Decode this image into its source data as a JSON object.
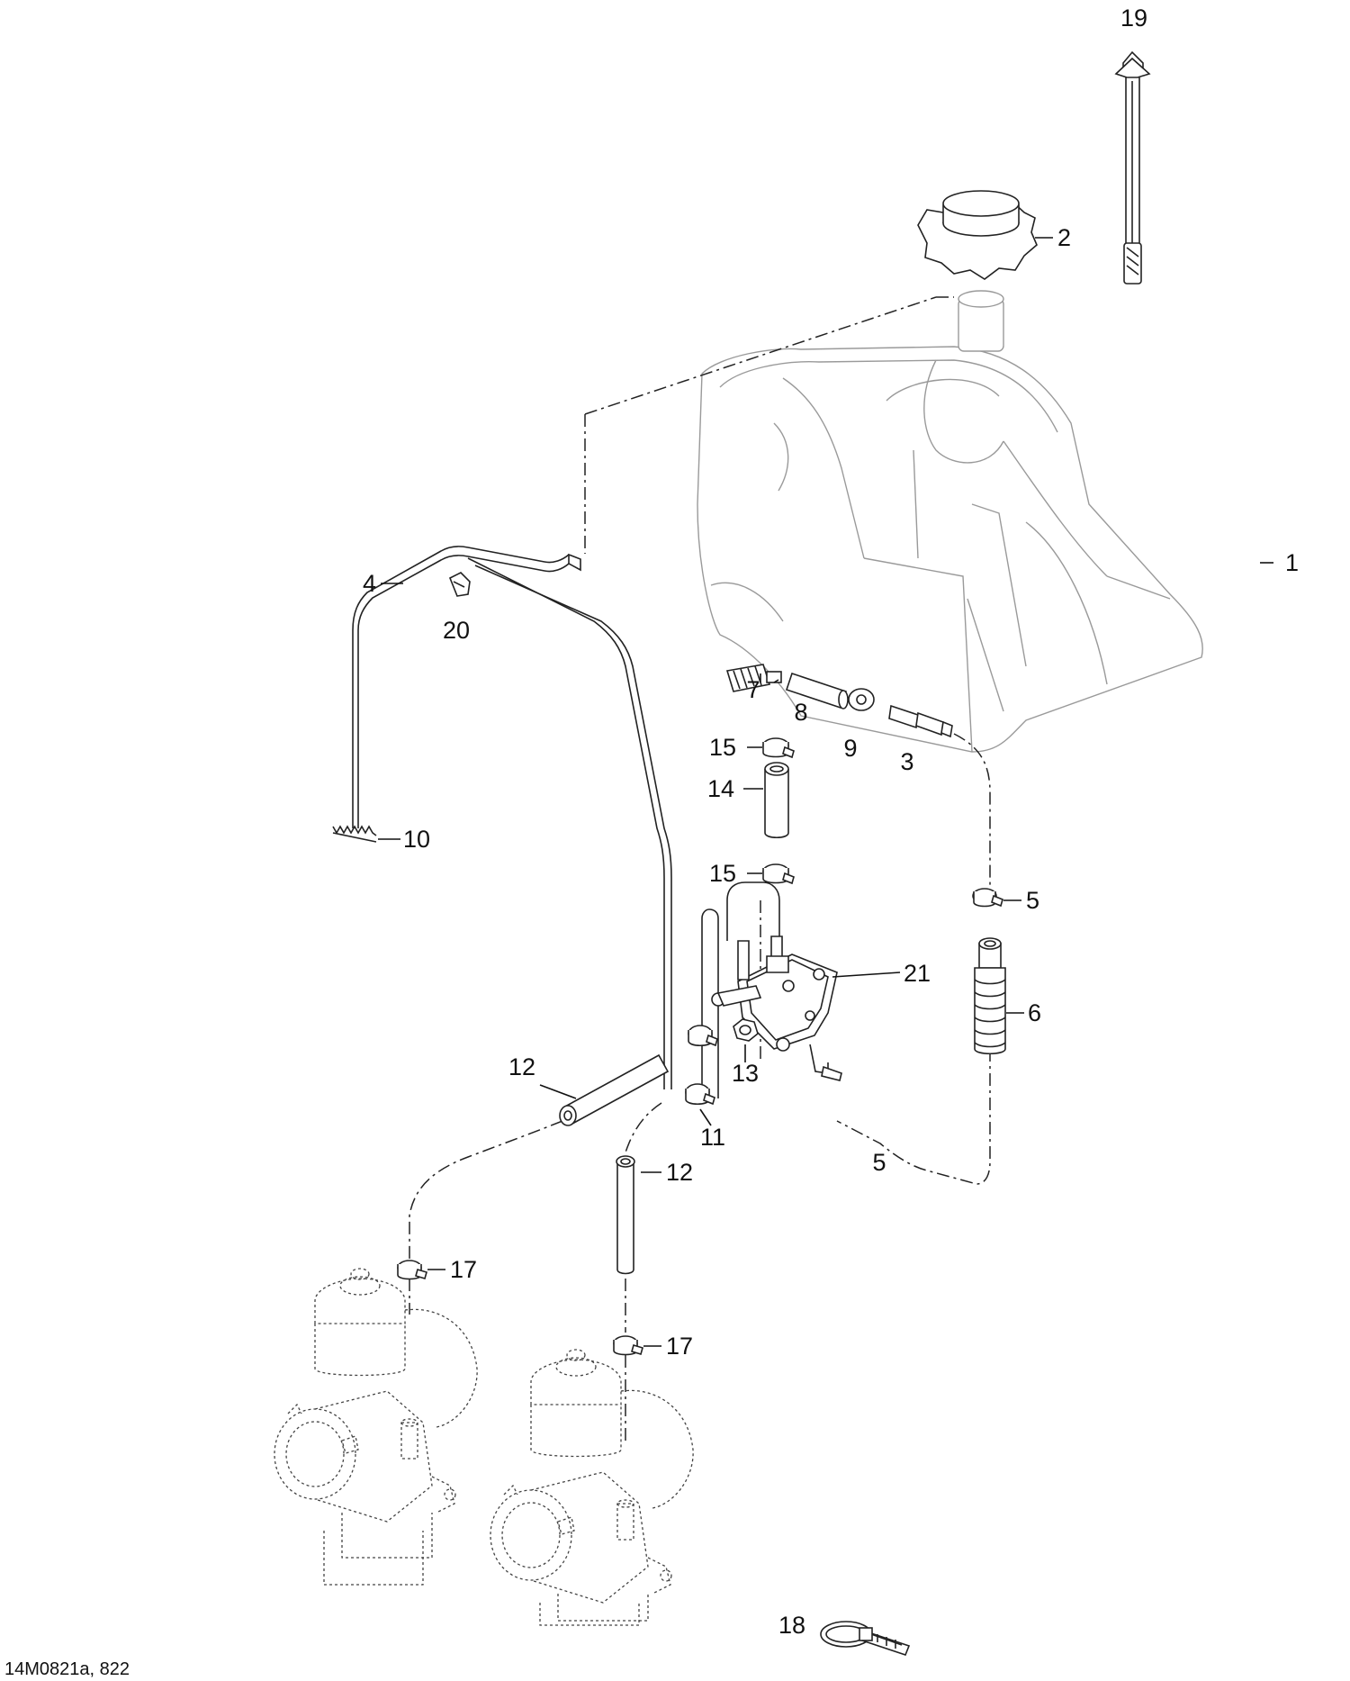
{
  "diagram": {
    "reference_code": "14M0821a, 822",
    "callouts": [
      {
        "id": "c1",
        "number": "1"
      },
      {
        "id": "c2",
        "number": "2"
      },
      {
        "id": "c3",
        "number": "3"
      },
      {
        "id": "c4",
        "number": "4"
      },
      {
        "id": "c5a",
        "number": "5"
      },
      {
        "id": "c5b",
        "number": "5"
      },
      {
        "id": "c6",
        "number": "6"
      },
      {
        "id": "c7",
        "number": "7"
      },
      {
        "id": "c8",
        "number": "8"
      },
      {
        "id": "c9",
        "number": "9"
      },
      {
        "id": "c10",
        "number": "10"
      },
      {
        "id": "c11",
        "number": "11"
      },
      {
        "id": "c12a",
        "number": "12"
      },
      {
        "id": "c12b",
        "number": "12"
      },
      {
        "id": "c13",
        "number": "13"
      },
      {
        "id": "c14",
        "number": "14"
      },
      {
        "id": "c15a",
        "number": "15"
      },
      {
        "id": "c15b",
        "number": "15"
      },
      {
        "id": "c17a",
        "number": "17"
      },
      {
        "id": "c17b",
        "number": "17"
      },
      {
        "id": "c18",
        "number": "18"
      },
      {
        "id": "c19",
        "number": "19"
      },
      {
        "id": "c20",
        "number": "20"
      },
      {
        "id": "c21",
        "number": "21"
      }
    ]
  }
}
